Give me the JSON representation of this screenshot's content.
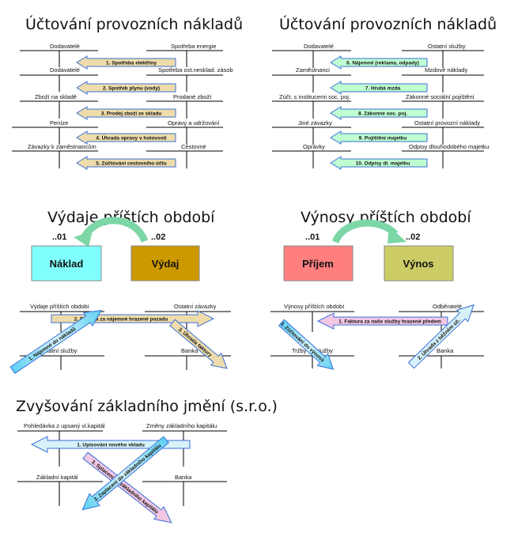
{
  "headings": {
    "naklady_left": "Účtování provozních nákladů",
    "naklady_right": "Účtování provozních nákladů",
    "vydaje": "Výdaje příštích období",
    "vynosy": "Výnosy příštích období",
    "zvysovani": "Zvyšování základního jmění (s.r.o.)"
  },
  "left_accounts": [
    {
      "left": "Dodavatelé",
      "right": "Spotřeba energie",
      "arrow": "1. Spotřeba elektřiny"
    },
    {
      "left": "Dodavatelé",
      "right": "Spotřeba ost.nesklad. zásob",
      "arrow": "2. Spotřeb plynu (vody)"
    },
    {
      "left": "Zboží na skladě",
      "right": "Prodané zboží",
      "arrow": "3. Prodej zboží ze skladu"
    },
    {
      "left": "Peníze",
      "right": "Opravy a udržování",
      "arrow": "4. Úhrada opravy v hotovosti"
    },
    {
      "left": "Závazky k zaměstnancům",
      "right": "Cestovné",
      "arrow": "5. Zúčtování cestovního účtu"
    }
  ],
  "right_accounts": [
    {
      "left": "Dodavatelé",
      "right": "Ostatní služby",
      "arrow": "6. Nájemné (reklama, odpady)"
    },
    {
      "left": "Zaměstnanci",
      "right": "Mzdové náklady",
      "arrow": "7. Hrubá mzda"
    },
    {
      "left": "Zúčt. s institucemi soc. poj.",
      "right": "Zákonné sociální pojištění",
      "arrow": "8. Zákonné soc. poj."
    },
    {
      "left": "Jiné závazky",
      "right": "Ostatní provozní náklady",
      "arrow": "9. Pojištění majetku"
    },
    {
      "left": "Oprávky",
      "right": "Odpisy dlouhodobého majetku",
      "arrow": "10. Odpisy dl. majetku"
    }
  ],
  "vydaje_section": {
    "period1": "..01",
    "period2": "..02",
    "box1": "Náklad",
    "box2": "Výdaj",
    "acc_top_left": "Výdaje příštích období",
    "acc_top_right": "Ostatní závazky",
    "acc_bottom_left": "Ostatní služby",
    "acc_bottom_right": "Banka",
    "arrow1": "1. Nájemné do nákladů",
    "arrow2": "2. Faktura za nájemné hrazené pozadu",
    "arrow3": "3. Úhrada faktury"
  },
  "vynosy_section": {
    "period1": "..01",
    "period2": "..02",
    "box1": "Příjem",
    "box2": "Výnos",
    "acc_top_left": "Výnosy příštích období",
    "acc_top_right": "Odběratelé",
    "acc_bottom_left": "Tržby za služby",
    "acc_bottom_right": "Banka",
    "arrow1": "1. Faktura za naše služby hrazené předem",
    "arrow2": "2. Úhrada z běžném úč.",
    "arrow3": "3. Zúčtování do výnosů"
  },
  "zvysovani_section": {
    "acc_top_left": "Pohledávka z upsaný vl.kapitál",
    "acc_top_right": "Změny základního kapitálu",
    "acc_bottom_left": "Základní kapitál",
    "acc_bottom_right": "Banka",
    "arrow1": "1. Upisování nového vkladu",
    "arrow2": "2. Zaplacení do základního kapitálu",
    "arrow3": "3. Splacení do základního kapitálu"
  },
  "colors": {
    "orange_arrow": "#eedcaa",
    "green_arrow": "#bfffd0",
    "blue_arrow": "#b8ecf4",
    "blue_arrow_light": "#d6f2f8",
    "pink_arrow": "#f2c8e4",
    "arrow_border": "#3a6fd8",
    "box_naklad": "#80ffff",
    "box_vydaj": "#cc9900",
    "box_prijem": "#ff7f7f",
    "box_vynos": "#cccc66",
    "curve_green": "#7cd6a6"
  }
}
